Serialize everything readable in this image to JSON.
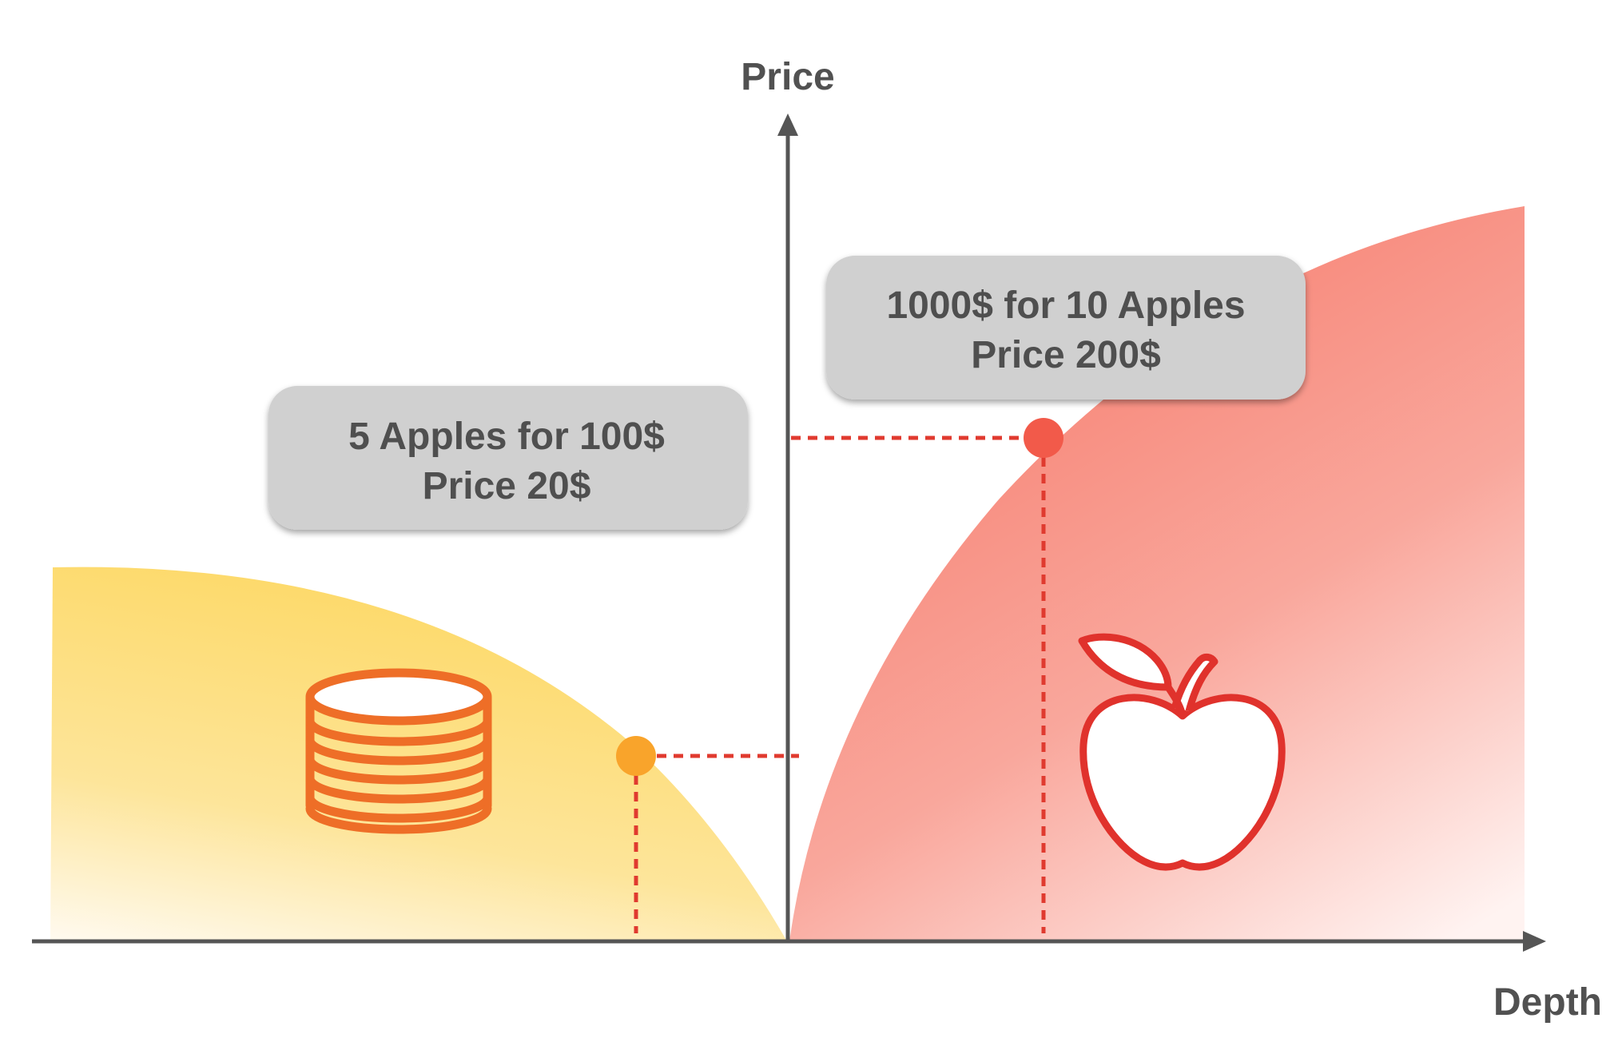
{
  "axes": {
    "y_label": "Price",
    "x_label": "Depth"
  },
  "callouts": {
    "left": {
      "line1": "5 Apples for 100$",
      "line2": "Price 20$"
    },
    "right": {
      "line1": "1000$ for 10 Apples",
      "line2": "Price 200$"
    }
  },
  "icons": {
    "left_region": "coin-stack-icon",
    "right_region": "apple-icon"
  },
  "colors": {
    "axis": "#555555",
    "guide_line": "#e03a2f",
    "left_fill": "#fdd968",
    "right_fill": "#f77b6c",
    "left_point": "#f9a42b",
    "right_point": "#f25a4a",
    "coin_stroke": "#ee6e27",
    "apple_stroke": "#e0322c",
    "callout_bg": "#d0d0d0"
  }
}
